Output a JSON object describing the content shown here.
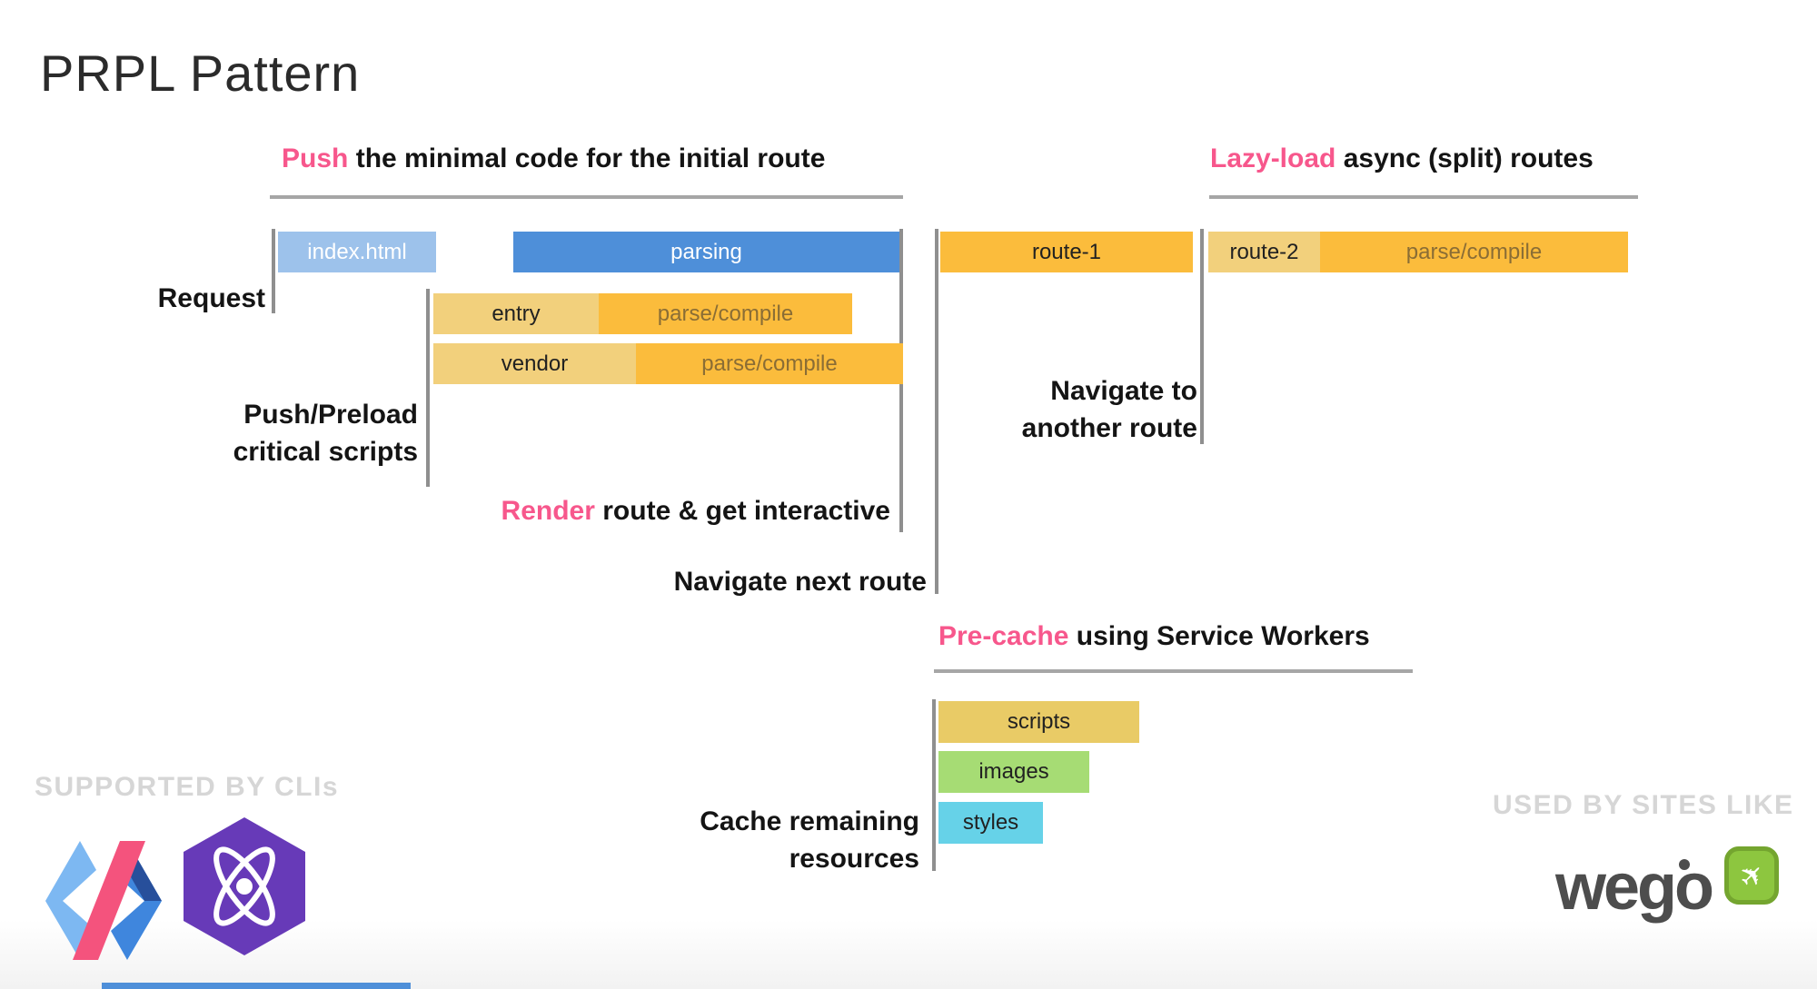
{
  "title": "PRPL Pattern",
  "headings": {
    "push": {
      "highlight": "Push",
      "rest": "the minimal code for the initial route"
    },
    "lazy": {
      "highlight": "Lazy-load",
      "rest": "async (split) routes"
    },
    "precache": {
      "highlight": "Pre-cache",
      "rest": "using Service Workers"
    }
  },
  "labels": {
    "request": "Request",
    "push_preload_line1": "Push/Preload",
    "push_preload_line2": "critical scripts",
    "render": {
      "highlight": "Render",
      "rest": "route & get interactive"
    },
    "navigate_next": "Navigate next route",
    "navigate_another_line1": "Navigate to",
    "navigate_another_line2": "another route",
    "cache_line1": "Cache remaining",
    "cache_line2": "resources"
  },
  "bars": {
    "index_html": {
      "label": "index.html",
      "color": "#9dc2eb"
    },
    "parsing": {
      "label": "parsing",
      "color": "#4e8fd9"
    },
    "route1": {
      "label": "route-1",
      "color": "#fbbc3c"
    },
    "route2": {
      "label": "route-2",
      "color": "#f2d07c"
    },
    "route2_parse": {
      "label": "parse/compile",
      "color": "#fbbc3c"
    },
    "entry": {
      "label": "entry",
      "color": "#f2d07c"
    },
    "entry_parse": {
      "label": "parse/compile",
      "color": "#fbbc3c"
    },
    "vendor": {
      "label": "vendor",
      "color": "#f2d07c"
    },
    "vendor_parse": {
      "label": "parse/compile",
      "color": "#fbbc3c"
    },
    "scripts": {
      "label": "scripts",
      "color": "#e9cb66"
    },
    "images": {
      "label": "images",
      "color": "#a6dc74"
    },
    "styles": {
      "label": "styles",
      "color": "#66d2e8"
    }
  },
  "footer": {
    "supported_by": "SUPPORTED BY CLIs",
    "used_by": "USED BY SITES LIKE",
    "wego_text": "wego"
  },
  "colors": {
    "accent_pink": "#f7578c",
    "heading_text": "#141414",
    "muted_gray": "#d6d6d6",
    "connector_gray": "#8f8f8f",
    "parse_compile_text": "#8a6d35",
    "polymer_light_blue": "#7db8f2",
    "polymer_blue": "#3f86dd",
    "polymer_navy": "#274f9b",
    "polymer_pink": "#f4537d",
    "preact_purple": "#673ab8",
    "wego_green": "#8dc63f",
    "bottom_strip_blue": "#4e8fd9"
  }
}
